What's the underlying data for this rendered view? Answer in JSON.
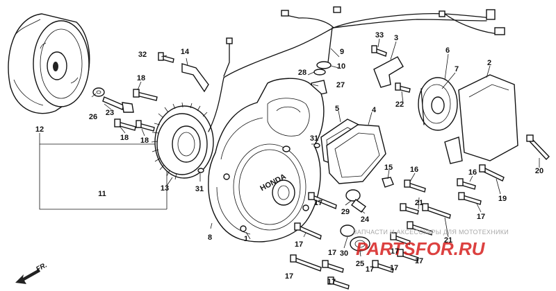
{
  "callouts": [
    {
      "id": "c1",
      "text": "1"
    },
    {
      "id": "c2",
      "text": "2"
    },
    {
      "id": "c3",
      "text": "3"
    },
    {
      "id": "c4",
      "text": "4"
    },
    {
      "id": "c5",
      "text": "5"
    },
    {
      "id": "c6",
      "text": "6"
    },
    {
      "id": "c7",
      "text": "7"
    },
    {
      "id": "c8",
      "text": "8"
    },
    {
      "id": "c9",
      "text": "9"
    },
    {
      "id": "c10",
      "text": "10"
    },
    {
      "id": "c11",
      "text": "11"
    },
    {
      "id": "c12",
      "text": "12"
    },
    {
      "id": "c13",
      "text": "13"
    },
    {
      "id": "c14",
      "text": "14"
    },
    {
      "id": "c15",
      "text": "15"
    },
    {
      "id": "c16a",
      "text": "16"
    },
    {
      "id": "c16b",
      "text": "16"
    },
    {
      "id": "c17a",
      "text": "17"
    },
    {
      "id": "c17b",
      "text": "17"
    },
    {
      "id": "c17c",
      "text": "17"
    },
    {
      "id": "c17d",
      "text": "17"
    },
    {
      "id": "c17e",
      "text": "17"
    },
    {
      "id": "c17f",
      "text": "17"
    },
    {
      "id": "c17g",
      "text": "17"
    },
    {
      "id": "c17h",
      "text": "17"
    },
    {
      "id": "c17i",
      "text": "17"
    },
    {
      "id": "c17j",
      "text": "17"
    },
    {
      "id": "c18a",
      "text": "18"
    },
    {
      "id": "c18b",
      "text": "18"
    },
    {
      "id": "c18c",
      "text": "18"
    },
    {
      "id": "c19",
      "text": "19"
    },
    {
      "id": "c20",
      "text": "20"
    },
    {
      "id": "c21a",
      "text": "21"
    },
    {
      "id": "c21b",
      "text": "21"
    },
    {
      "id": "c22",
      "text": "22"
    },
    {
      "id": "c23",
      "text": "23"
    },
    {
      "id": "c24",
      "text": "24"
    },
    {
      "id": "c25",
      "text": "25"
    },
    {
      "id": "c26",
      "text": "26"
    },
    {
      "id": "c27",
      "text": "27"
    },
    {
      "id": "c28",
      "text": "28"
    },
    {
      "id": "c29",
      "text": "29"
    },
    {
      "id": "c30",
      "text": "30"
    },
    {
      "id": "c31a",
      "text": "31"
    },
    {
      "id": "c31b",
      "text": "31"
    },
    {
      "id": "c32",
      "text": "32"
    },
    {
      "id": "c33",
      "text": "33"
    }
  ],
  "brand_on_cover": "HONDA",
  "direction_label": "FR.",
  "watermark": {
    "text": "ЗАПЧАСТИ И АКСЕССУАРЫ ДЛЯ МОТОТЕХНИКИ",
    "logo": "PARTSFOR.RU"
  },
  "colors": {
    "ink": "#111111",
    "background": "#ffffff",
    "logo_red": "#d6201f",
    "watermark_grey": "#a8a8a8"
  }
}
